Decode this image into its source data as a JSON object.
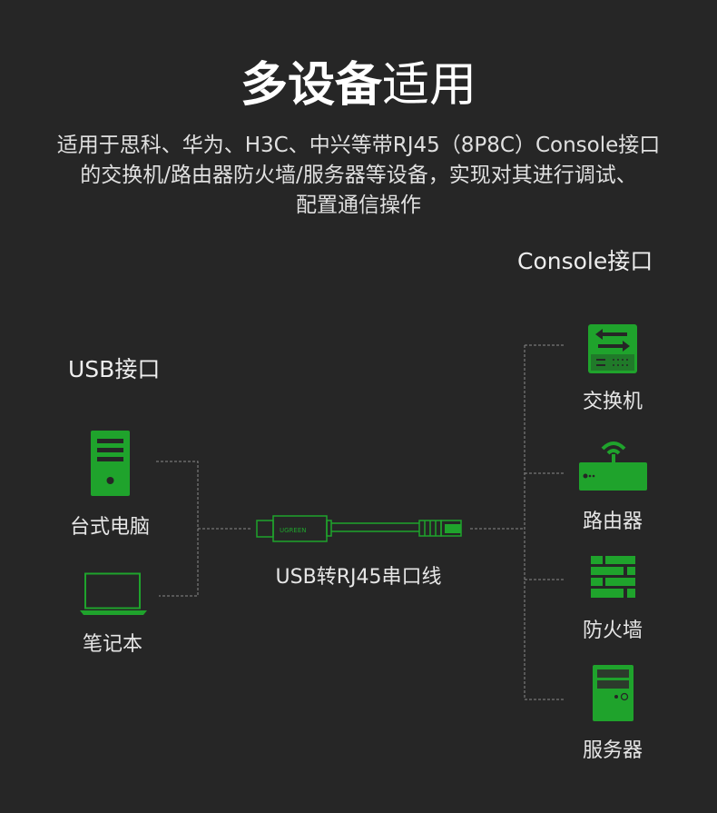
{
  "title": {
    "bold": "多设备",
    "regular": "适用"
  },
  "description": [
    "适用于思科、华为、H3C、中兴等带RJ45（8P8C）Console接口",
    "的交换机/路由器防火墙/服务器等设备，实现对其进行调试、",
    "配置通信操作"
  ],
  "console_header": "Console接口",
  "usb_header": "USB接口",
  "left_devices": [
    {
      "label": "台式电脑",
      "icon": "desktop-tower-icon"
    },
    {
      "label": "笔记本",
      "icon": "laptop-icon"
    }
  ],
  "cable": {
    "label": "USB转RJ45串口线",
    "brand": "UGREEN",
    "icon": "usb-rj45-cable-icon"
  },
  "right_devices": [
    {
      "label": "交换机",
      "icon": "switch-icon"
    },
    {
      "label": "路由器",
      "icon": "router-icon"
    },
    {
      "label": "防火墙",
      "icon": "firewall-icon"
    },
    {
      "label": "服务器",
      "icon": "server-icon"
    }
  ],
  "colors": {
    "accent": "#1fa32c",
    "background": "#262626"
  }
}
